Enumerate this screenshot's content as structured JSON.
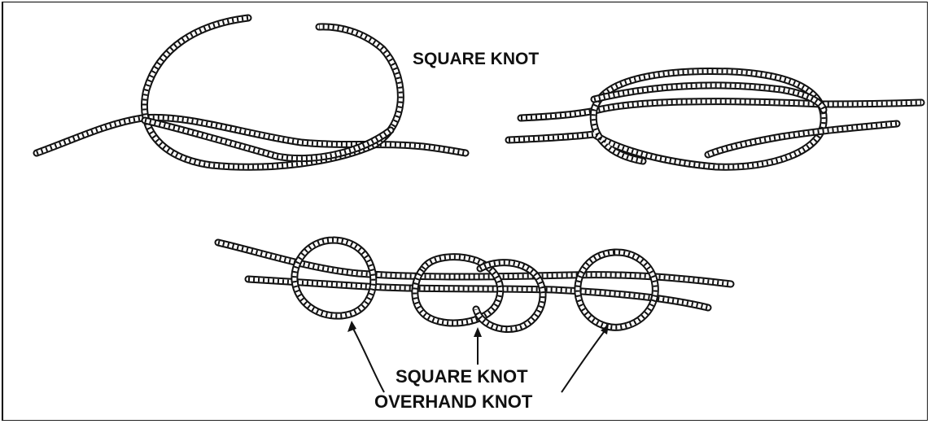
{
  "figure": {
    "labels": {
      "top_title": "SQUARE KNOT",
      "bottom_square": "SQUARE KNOT",
      "bottom_overhand": "OVERHAND KNOT"
    },
    "colors": {
      "ink": "#111111",
      "background": "#ffffff"
    }
  }
}
